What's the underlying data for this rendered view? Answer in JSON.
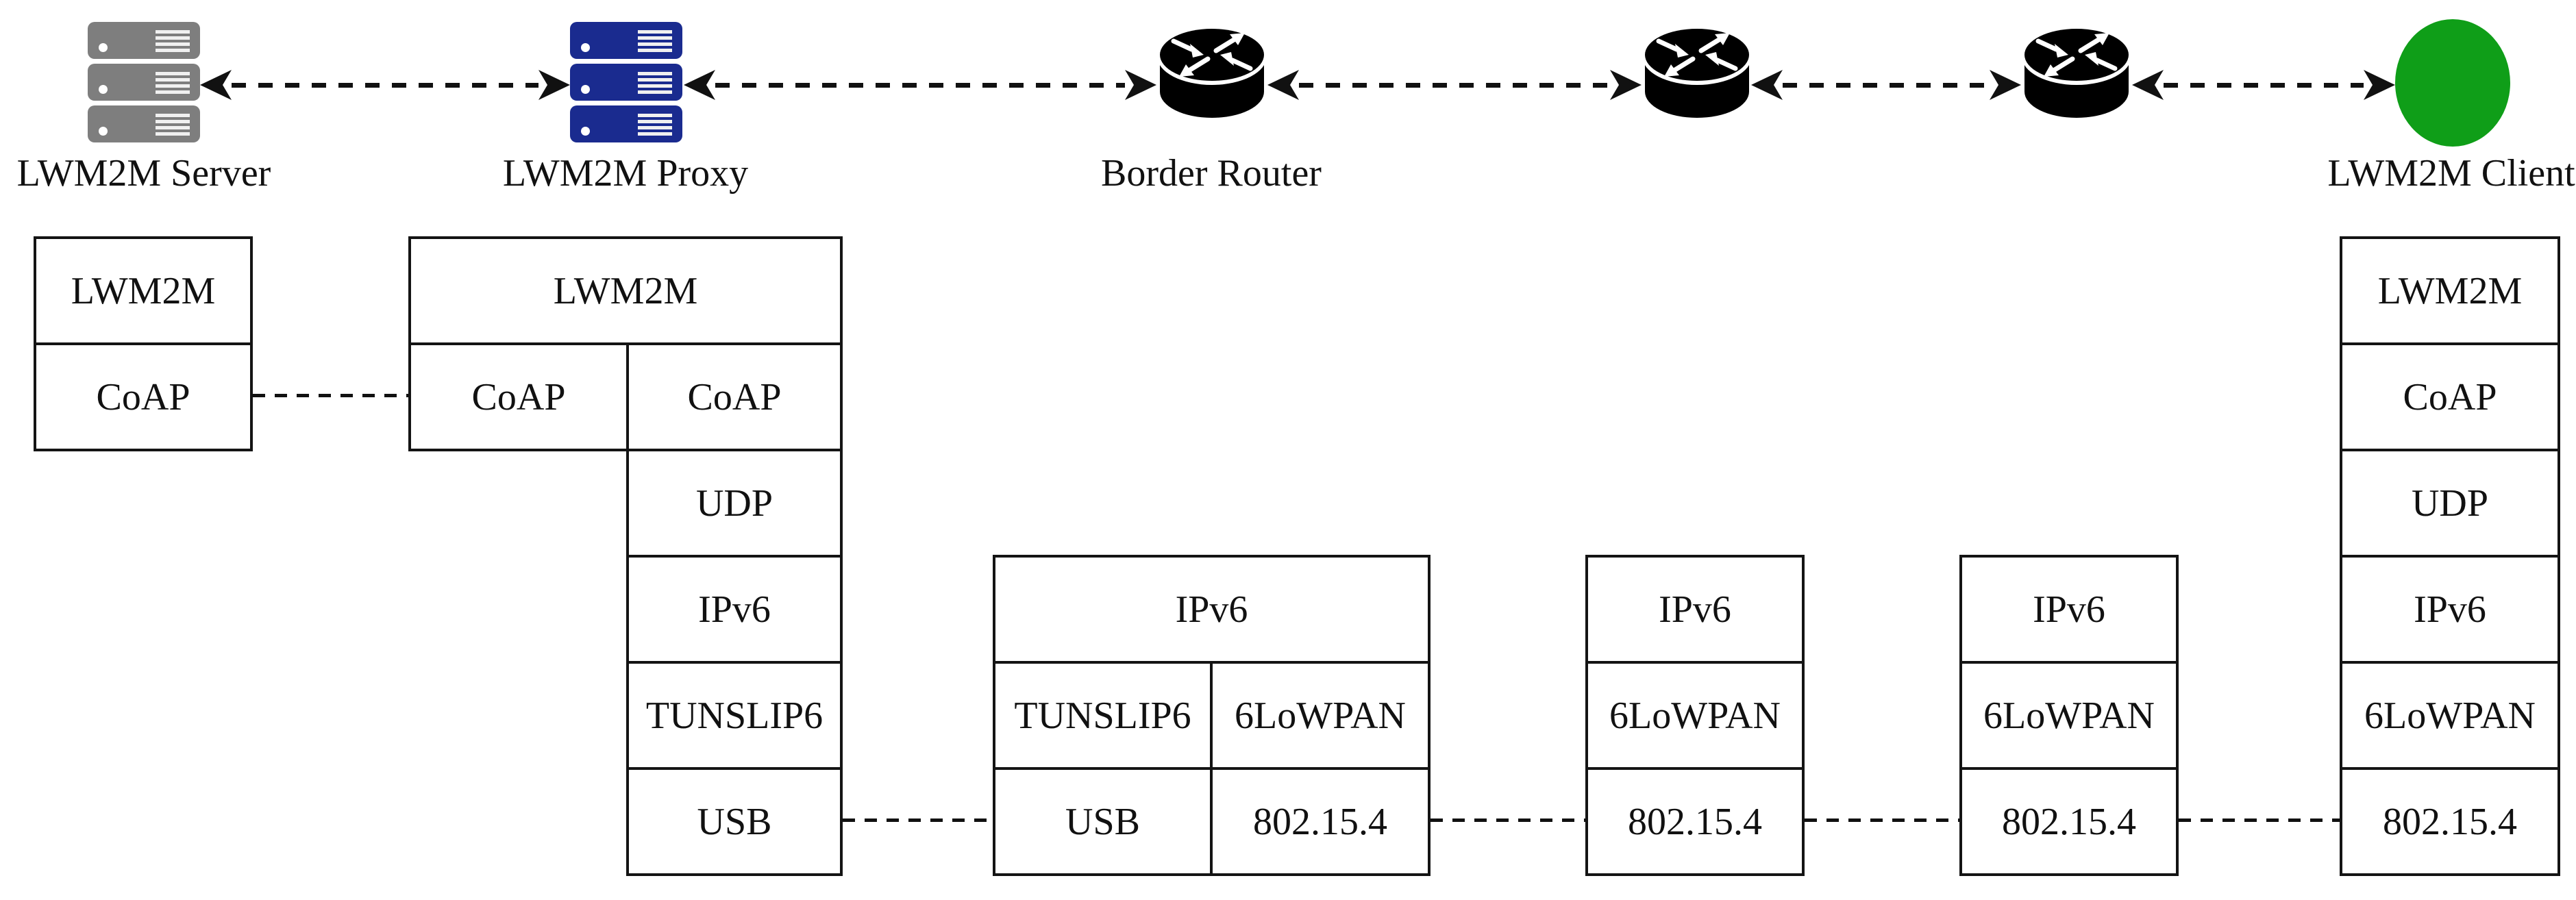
{
  "diagram": {
    "nodes": {
      "server": {
        "label": "LWM2M Server"
      },
      "proxy": {
        "label": "LWM2M Proxy"
      },
      "border_router": {
        "label": "Border Router"
      },
      "router_a": {
        "label": ""
      },
      "router_b": {
        "label": ""
      },
      "client": {
        "label": "LWM2M Client"
      }
    },
    "stacks": {
      "server": {
        "cells": [
          "LWM2M",
          "CoAP"
        ]
      },
      "proxy": {
        "cells": [
          "LWM2M",
          "CoAP",
          "CoAP",
          "UDP",
          "IPv6",
          "TUNSLIP6",
          "USB"
        ]
      },
      "border_router": {
        "cells": [
          "IPv6",
          "TUNSLIP6",
          "6LoWPAN",
          "USB",
          "802.15.4"
        ]
      },
      "router_a": {
        "cells": [
          "IPv6",
          "6LoWPAN",
          "802.15.4"
        ]
      },
      "router_b": {
        "cells": [
          "IPv6",
          "6LoWPAN",
          "802.15.4"
        ]
      },
      "client": {
        "cells": [
          "LWM2M",
          "CoAP",
          "UDP",
          "IPv6",
          "6LoWPAN",
          "802.15.4"
        ]
      }
    },
    "links": {
      "top": [
        {
          "from": "server",
          "to": "proxy",
          "style": "dashed-double-arrow"
        },
        {
          "from": "proxy",
          "to": "border_router",
          "style": "dashed-double-arrow"
        },
        {
          "from": "border_router",
          "to": "router_a",
          "style": "dashed-double-arrow"
        },
        {
          "from": "router_a",
          "to": "router_b",
          "style": "dashed-double-arrow"
        },
        {
          "from": "router_b",
          "to": "client",
          "style": "dashed-double-arrow"
        }
      ],
      "protocol": [
        {
          "from": "server.CoAP",
          "to": "proxy.CoAP",
          "style": "dashed"
        },
        {
          "from": "proxy.USB",
          "to": "border_router.USB",
          "style": "dashed"
        },
        {
          "from": "border_router.802.15.4",
          "to": "router_a.802.15.4",
          "style": "dashed"
        },
        {
          "from": "router_a.802.15.4",
          "to": "router_b.802.15.4",
          "style": "dashed"
        },
        {
          "from": "router_b.802.15.4",
          "to": "client.802.15.4",
          "style": "dashed"
        }
      ]
    },
    "colors": {
      "server_icon": "#7e7e7e",
      "proxy_icon": "#1a2b8f",
      "router_icon": "#000000",
      "client_icon": "#0f9e18",
      "line": "#141414"
    }
  }
}
